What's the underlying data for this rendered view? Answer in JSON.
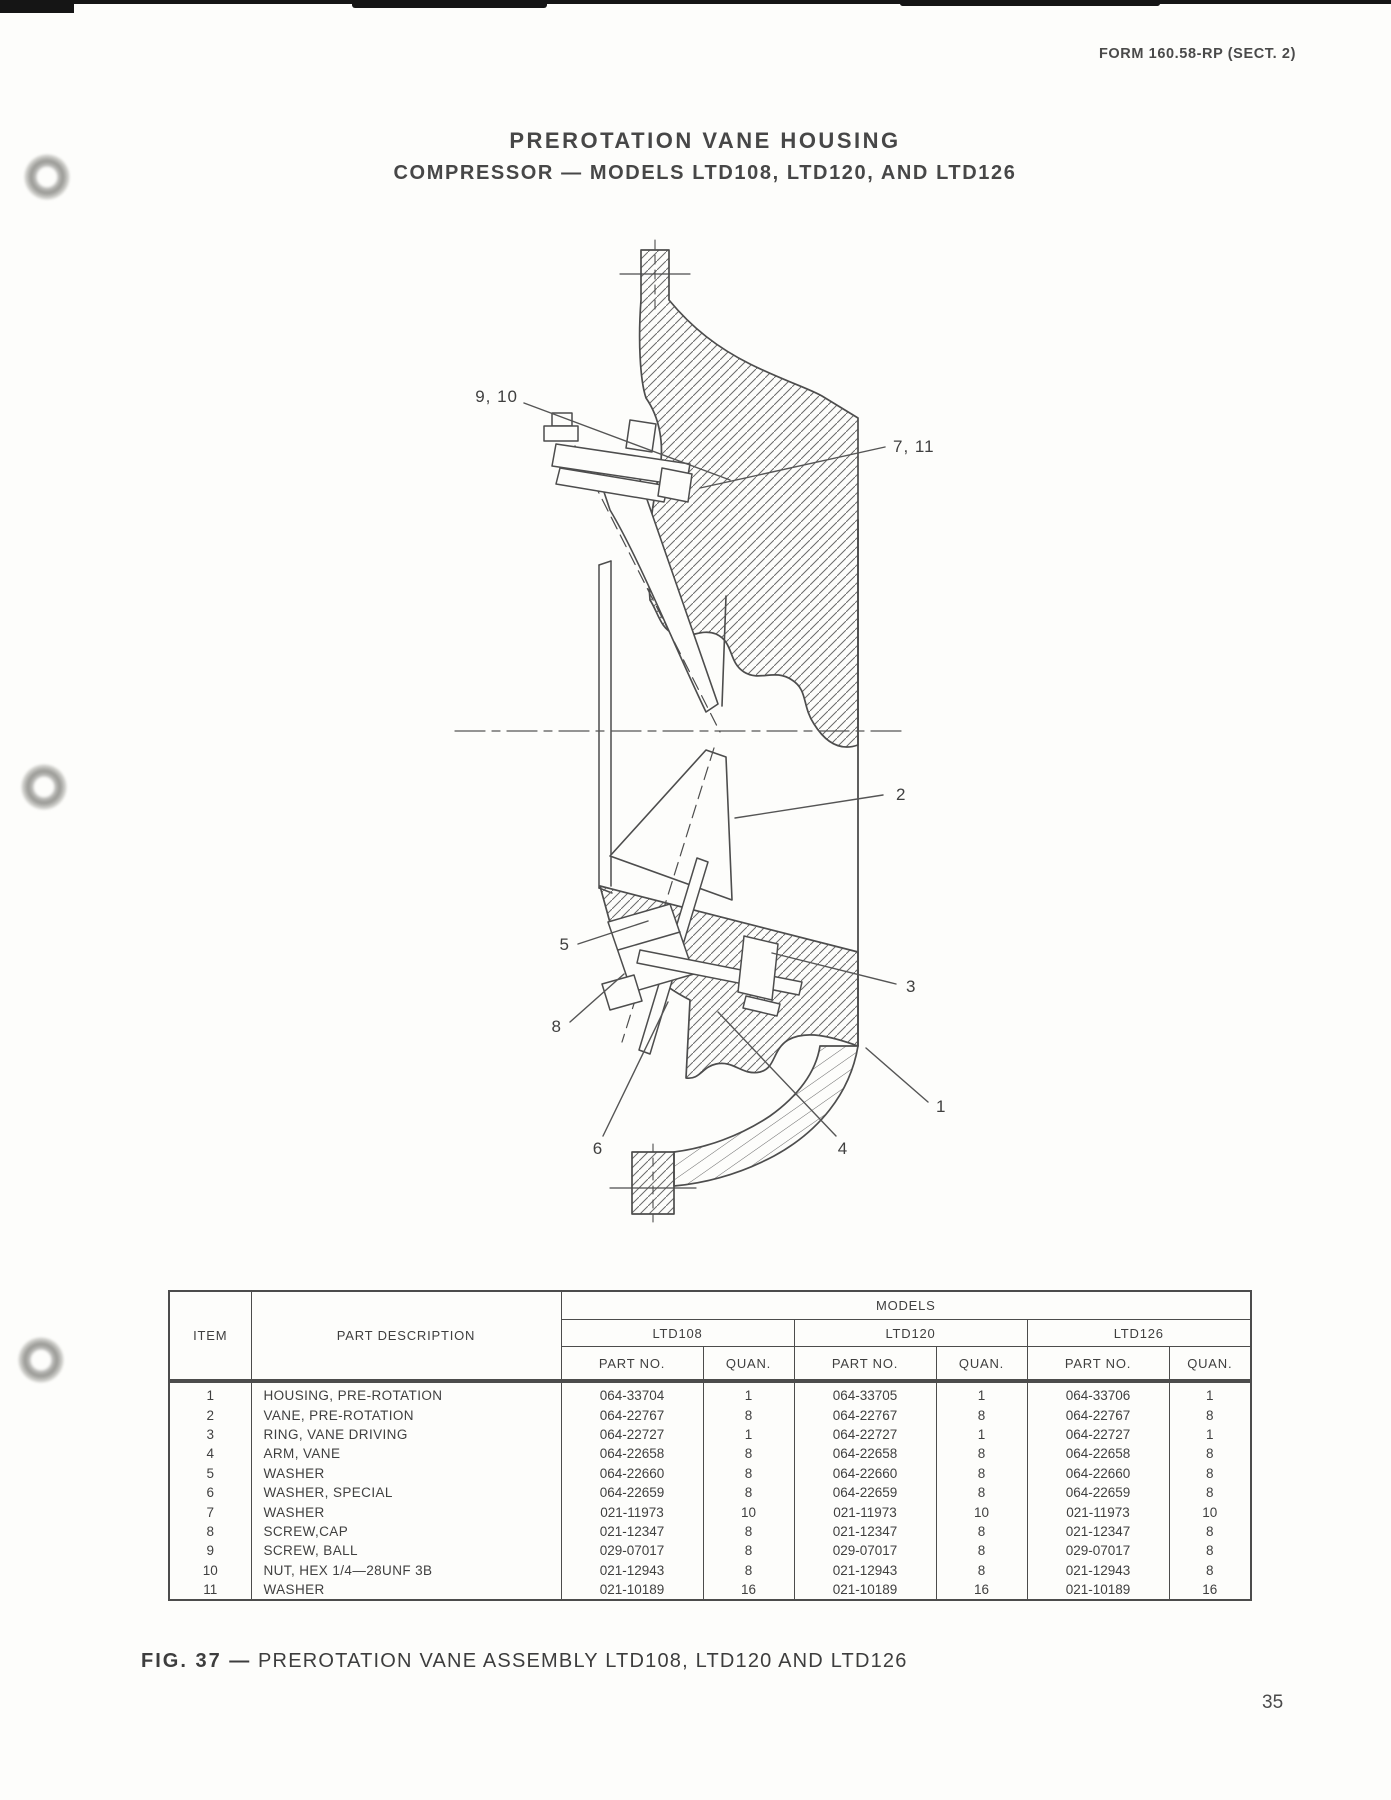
{
  "page": {
    "form_number": "FORM 160.58-RP (SECT. 2)",
    "page_number": "35"
  },
  "title": {
    "line1": "PREROTATION VANE HOUSING",
    "line2": "COMPRESSOR — MODELS LTD108, LTD120, AND LTD126"
  },
  "figure": {
    "caption_prefix": "FIG. 37 —",
    "caption_rest": "PREROTATION VANE ASSEMBLY LTD108, LTD120 AND LTD126",
    "callouts": [
      "9, 10",
      "7, 11",
      "2",
      "5",
      "3",
      "8",
      "1",
      "6",
      "4"
    ]
  },
  "table": {
    "headers": {
      "item": "ITEM",
      "description": "PART DESCRIPTION",
      "models": "MODELS",
      "part_no": "PART NO.",
      "quan": "QUAN.",
      "model_names": [
        "LTD108",
        "LTD120",
        "LTD126"
      ]
    },
    "rows": [
      {
        "item": "1",
        "desc": "HOUSING, PRE-ROTATION",
        "ltd108": [
          "064-33704",
          "1"
        ],
        "ltd120": [
          "064-33705",
          "1"
        ],
        "ltd126": [
          "064-33706",
          "1"
        ]
      },
      {
        "item": "2",
        "desc": "VANE, PRE-ROTATION",
        "ltd108": [
          "064-22767",
          "8"
        ],
        "ltd120": [
          "064-22767",
          "8"
        ],
        "ltd126": [
          "064-22767",
          "8"
        ]
      },
      {
        "item": "3",
        "desc": "RING, VANE DRIVING",
        "ltd108": [
          "064-22727",
          "1"
        ],
        "ltd120": [
          "064-22727",
          "1"
        ],
        "ltd126": [
          "064-22727",
          "1"
        ]
      },
      {
        "item": "4",
        "desc": "ARM, VANE",
        "ltd108": [
          "064-22658",
          "8"
        ],
        "ltd120": [
          "064-22658",
          "8"
        ],
        "ltd126": [
          "064-22658",
          "8"
        ]
      },
      {
        "item": "5",
        "desc": "WASHER",
        "ltd108": [
          "064-22660",
          "8"
        ],
        "ltd120": [
          "064-22660",
          "8"
        ],
        "ltd126": [
          "064-22660",
          "8"
        ]
      },
      {
        "item": "6",
        "desc": "WASHER, SPECIAL",
        "ltd108": [
          "064-22659",
          "8"
        ],
        "ltd120": [
          "064-22659",
          "8"
        ],
        "ltd126": [
          "064-22659",
          "8"
        ]
      },
      {
        "item": "7",
        "desc": "WASHER",
        "ltd108": [
          "021-11973",
          "10"
        ],
        "ltd120": [
          "021-11973",
          "10"
        ],
        "ltd126": [
          "021-11973",
          "10"
        ]
      },
      {
        "item": "8",
        "desc": "SCREW,CAP",
        "ltd108": [
          "021-12347",
          "8"
        ],
        "ltd120": [
          "021-12347",
          "8"
        ],
        "ltd126": [
          "021-12347",
          "8"
        ]
      },
      {
        "item": "9",
        "desc": "SCREW, BALL",
        "ltd108": [
          "029-07017",
          "8"
        ],
        "ltd120": [
          "029-07017",
          "8"
        ],
        "ltd126": [
          "029-07017",
          "8"
        ]
      },
      {
        "item": "10",
        "desc": "NUT, HEX 1/4—28UNF 3B",
        "ltd108": [
          "021-12943",
          "8"
        ],
        "ltd120": [
          "021-12943",
          "8"
        ],
        "ltd126": [
          "021-12943",
          "8"
        ]
      },
      {
        "item": "11",
        "desc": "WASHER",
        "ltd108": [
          "021-10189",
          "16"
        ],
        "ltd120": [
          "021-10189",
          "16"
        ],
        "ltd126": [
          "021-10189",
          "16"
        ]
      }
    ]
  }
}
